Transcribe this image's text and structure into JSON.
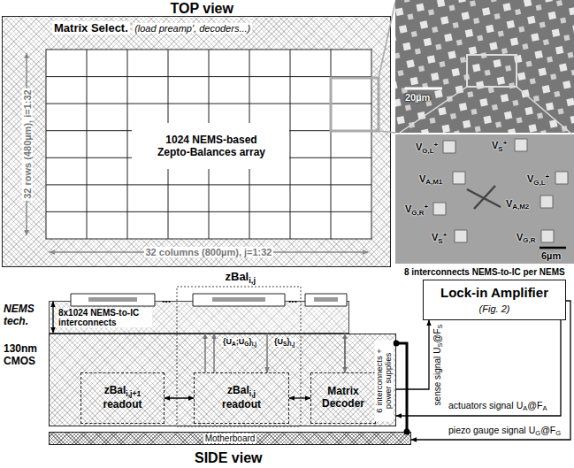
{
  "diagram": {
    "nodes": [
      {
        "text": [
          "Matrix Select.",
          "(load preamp', decoders...)"
        ]
      },
      {
        "text": [
          "1024 NEMS-based Zepto-Balances array"
        ],
        "in": 0
      },
      {
        "text": [
          "Lock-in Amplifier",
          "(Fig. 2)"
        ]
      },
      {
        "text": [
          "NEMS tech."
        ]
      },
      {
        "text": [
          "130nm CMOS"
        ]
      },
      {
        "text": [
          "zBal",
          "i,j+1",
          "readout"
        ],
        "in": 4
      },
      {
        "text": [
          "zBal",
          "i,j",
          "readout"
        ],
        "in": 4
      },
      {
        "text": [
          "Matrix Decoder"
        ],
        "in": 4
      },
      {
        "text": [
          "Motherboard"
        ]
      }
    ],
    "edges": [
      {
        "from": 6,
        "to": 5,
        "arrow": "both"
      },
      {
        "from": 6,
        "to": 7,
        "arrow": "both"
      },
      {
        "from": 6,
        "to": 3,
        "arrow": "to"
      },
      {
        "from": 6,
        "to": 3,
        "arrow": "to"
      },
      {
        "from": 3,
        "to": 6,
        "arrow": "to"
      },
      {
        "from": 7,
        "to": 3,
        "arrow": "both"
      },
      {
        "from": 2,
        "to": 4,
        "label": "actuators signal",
        "arrow": "to"
      },
      {
        "from": 2,
        "to": 8,
        "label": "piezo gauge signal",
        "arrow": "to"
      },
      {
        "from": 4,
        "to": 2,
        "label": "sense signal",
        "arrow": "to"
      },
      {
        "from": 4,
        "to": 8,
        "label": "6 interconnects + power supplies",
        "arrow": "none"
      }
    ],
    "labels": [
      "TOP view",
      "32 rows (480µm), i=1:32",
      "32 columns (800µm), j=1:32",
      "20µm",
      "V",
      "G,L",
      "+",
      "V",
      "S",
      "+",
      "V",
      "A,M1",
      "V",
      "G,L",
      "+",
      "V",
      "G,R",
      "+",
      "V",
      "A,M2",
      "V",
      "S",
      "+",
      "V",
      "G,R",
      "6µm",
      "8 interconnects NEMS-to-IC per NEMS",
      "zBal",
      "i,j",
      "...",
      "...",
      "8x1024 NEMS-to-IC interconnects",
      "{U",
      "A",
      ";U",
      "G",
      "}",
      "i,j",
      "{U",
      "S",
      "}",
      "i,j",
      "U",
      "S",
      "@F",
      "S",
      "U",
      "A",
      "@F",
      "A",
      "U",
      "G",
      "@F",
      "G",
      "SIDE view"
    ]
  }
}
